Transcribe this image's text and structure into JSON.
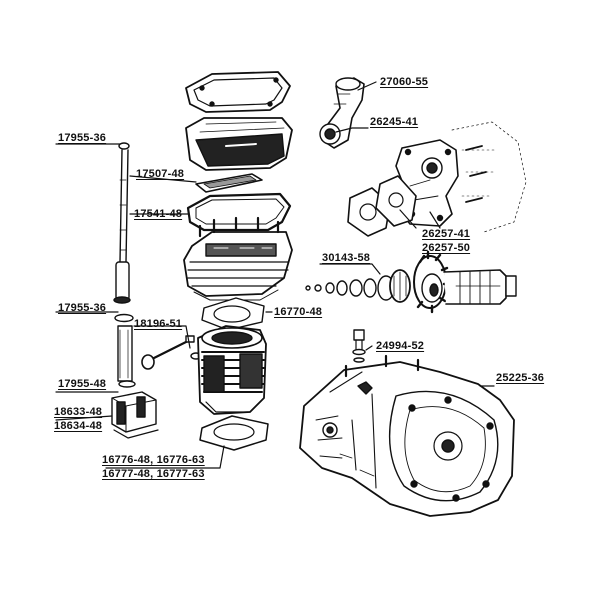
{
  "part_labels": {
    "p27060_55": "27060-55",
    "p26245_41": "26245-41",
    "p17955_36_top": "17955-36",
    "p17507_48": "17507-48",
    "p17541_48": "17541-48",
    "p26257_41": "26257-41",
    "p26257_50": "26257-50",
    "p30143_58": "30143-58",
    "p17955_36_mid": "17955-36",
    "p16770_48": "16770-48",
    "p18196_51": "18196-51",
    "p24994_52": "24994-52",
    "p25225_36": "25225-36",
    "p17955_48": "17955-48",
    "p18633_48": "18633-48",
    "p18634_48": "18634-48",
    "p16776_line": "16776-48, 16776-63",
    "p16777_line": "16777-48, 16777-63"
  }
}
